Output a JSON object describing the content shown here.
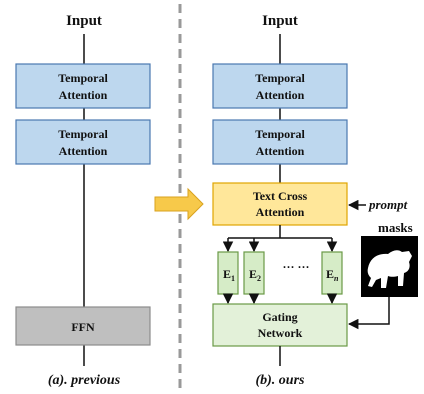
{
  "left": {
    "input": "Input",
    "block1_line1": "Temporal",
    "block1_line2": "Attention",
    "block2_line1": "Temporal",
    "block2_line2": "Attention",
    "ffn": "FFN",
    "caption": "(a). previous"
  },
  "right": {
    "input": "Input",
    "block1_line1": "Temporal",
    "block1_line2": "Attention",
    "block2_line1": "Temporal",
    "block2_line2": "Attention",
    "cross_line1": "Text Cross",
    "cross_line2": "Attention",
    "prompt": "prompt",
    "masks": "masks",
    "experts": [
      {
        "letter": "E",
        "sub": "1"
      },
      {
        "letter": "E",
        "sub": "2"
      },
      {
        "letter": "E",
        "sub": "n"
      }
    ],
    "ellipsis": "··· ···",
    "gating_line1": "Gating",
    "gating_line2": "Network",
    "caption": "(b). ours"
  },
  "colors": {
    "attention_fill": "#bdd7ee",
    "attention_stroke": "#4a78b0",
    "ffn_fill": "#bfbfbf",
    "ffn_stroke": "#8c8c8c",
    "cross_fill": "#ffe79a",
    "cross_stroke": "#e0a500",
    "expert_fill": "#d6ecc7",
    "expert_stroke": "#6a9a46",
    "gating_fill": "#e3f1d9",
    "gating_stroke": "#6a9a46",
    "arrow_fill": "#f7c94a",
    "divider": "#999999"
  }
}
